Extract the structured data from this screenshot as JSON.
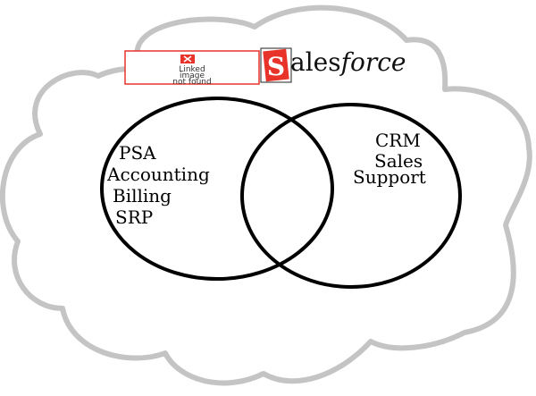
{
  "colors": {
    "cloud_outline": "#c4c4c4",
    "circle_outline": "#000000",
    "salesforce_red": "#e8332a",
    "broken_image_border": "#e8332a"
  },
  "broken_image": {
    "icon": "broken-image-x-icon",
    "line1": "Linked",
    "line2": "image",
    "line3": "not found"
  },
  "logo": {
    "initial": "S",
    "rest_plain": "ales",
    "rest_italic": "force"
  },
  "left_circle": {
    "items": [
      "PSA",
      "Accounting",
      "Billing",
      "SRP"
    ]
  },
  "right_circle": {
    "items": [
      "CRM",
      "Sales",
      "Support"
    ]
  }
}
